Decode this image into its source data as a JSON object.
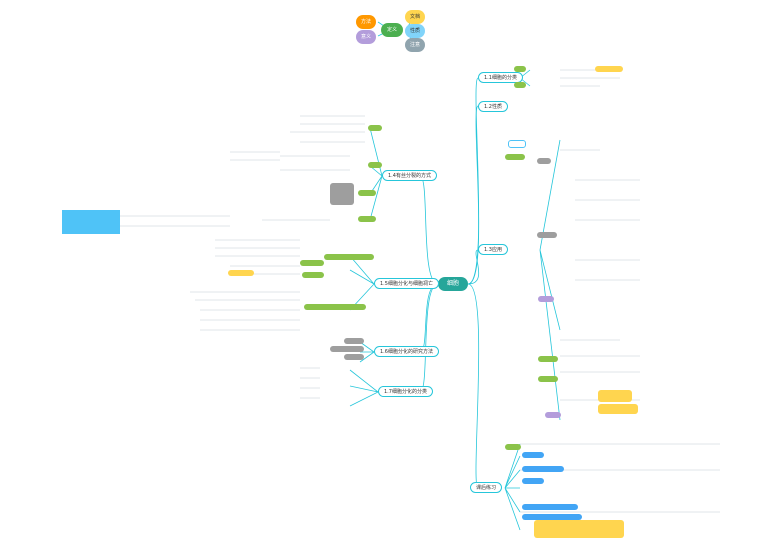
{
  "root": "细胞",
  "top_cluster": {
    "center": "定义",
    "left": [
      "方法",
      "意义"
    ],
    "right": [
      "文档",
      "性质",
      "注意"
    ]
  },
  "branches": {
    "b1": "1.1细胞的分类",
    "b2": "1.2性质",
    "b3": "1.3应用",
    "b4": "1.4有丝分裂的方式",
    "b5": "1.5细胞分化与细胞凋亡",
    "b6": "1.6细胞分化的研究方法",
    "b7": "1.7细胞分化的分类",
    "b8": "课后练习"
  },
  "colors": {
    "accent": "#26a69a",
    "branch_line": "#26c6da",
    "green_tag": "#8bc34a",
    "yellow_tag": "#ffd54f",
    "purple_tag": "#b39ddb",
    "blue_tag": "#42a5f5"
  }
}
